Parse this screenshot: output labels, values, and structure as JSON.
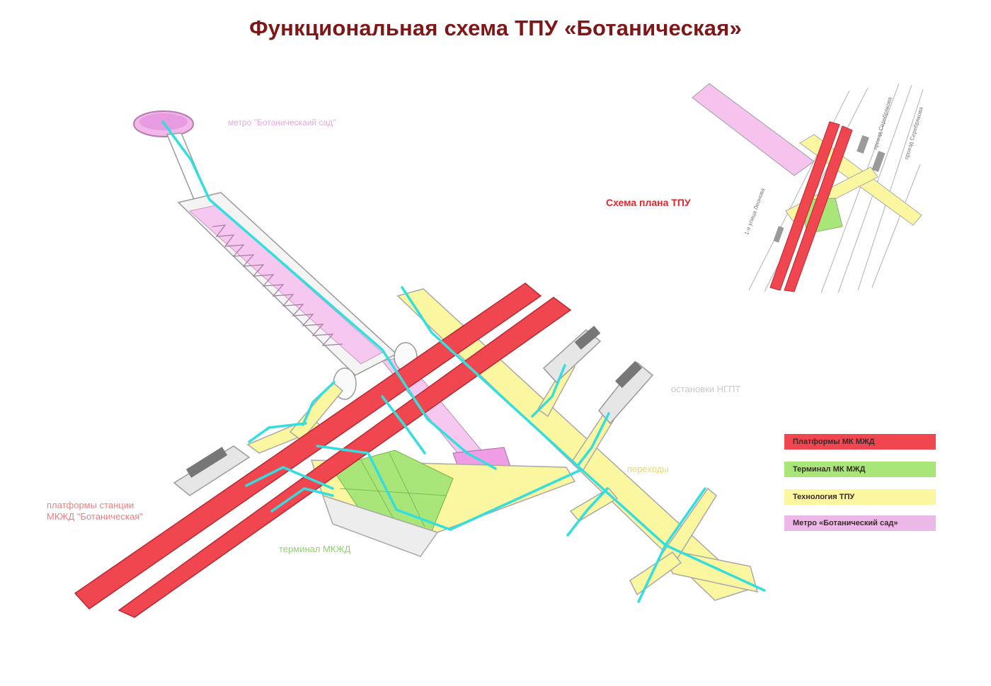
{
  "title": "Функциональная схема ТПУ «Ботаническая»",
  "labels": {
    "metro": "метро \"Ботаническаий сад\"",
    "platforms_line1": "платформы станции",
    "platforms_line2": "МКЖД \"Ботаническая\"",
    "terminal": "терминал МКЖД",
    "transitions": "переходы",
    "bus_stops": "остановки НГПТ",
    "plan_caption": "Схема плана ТПУ",
    "street_1": "1-я улица Леонова",
    "street_2": "проезд Серебрякова",
    "street_3": "проезд Серебрякова"
  },
  "legend": [
    {
      "label": "Платформы МК МЖД",
      "color": "#f0464f"
    },
    {
      "label": "Терминал МК МЖД",
      "color": "#a8e67a"
    },
    {
      "label": "Технология ТПУ",
      "color": "#fbf6a0"
    },
    {
      "label": "Метро «Ботанический сад»",
      "color": "#ecb8e8"
    }
  ],
  "colors": {
    "title": "#7e1818",
    "platform": "#f0464f",
    "terminal": "#a8e67a",
    "technology": "#fbf6a0",
    "metro": "#ecb8e8",
    "route": "#35dede"
  }
}
